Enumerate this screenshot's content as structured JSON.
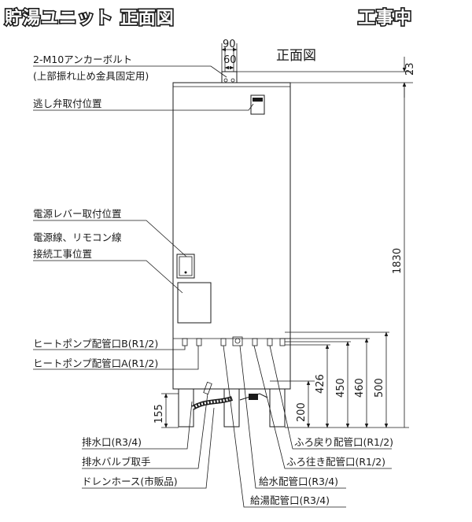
{
  "header": {
    "title": "貯湯ユニット 正面図",
    "status_badge": "工事中",
    "view_label": "正面図"
  },
  "dimensions": {
    "bolt_outer": "90",
    "bolt_inner": "60",
    "top_offset": "23",
    "total_height": "1830",
    "pipe_426": "426",
    "pipe_450": "450",
    "pipe_460": "460",
    "pipe_500": "500",
    "pipe_200": "200",
    "leg_155": "155"
  },
  "callouts": {
    "anchor_bolt": "2-M10アンカーボルト",
    "anchor_bolt_note": "(上部振れ止め金具固定用)",
    "relief_valve": "逃し弁取付位置",
    "power_lever": "電源レバー取付位置",
    "power_line_1": "電源線、リモコン線",
    "power_line_2": "接続工事位置",
    "heatpump_b": "ヒートポンプ配管口B(R1/2)",
    "heatpump_a": "ヒートポンプ配管口A(R1/2)",
    "drain_port": "排水口(R3/4)",
    "drain_valve": "排水バルブ取手",
    "drain_hose": "ドレンホース(市販品)",
    "bath_return": "ふろ戻り配管口(R1/2)",
    "bath_supply": "ふろ往き配管口(R1/2)",
    "water_supply": "給水配管口(R3/4)",
    "hot_water": "給湯配管口(R3/4)"
  },
  "colors": {
    "line": "#1a1a1a",
    "tank_fill": "#ffffff"
  }
}
